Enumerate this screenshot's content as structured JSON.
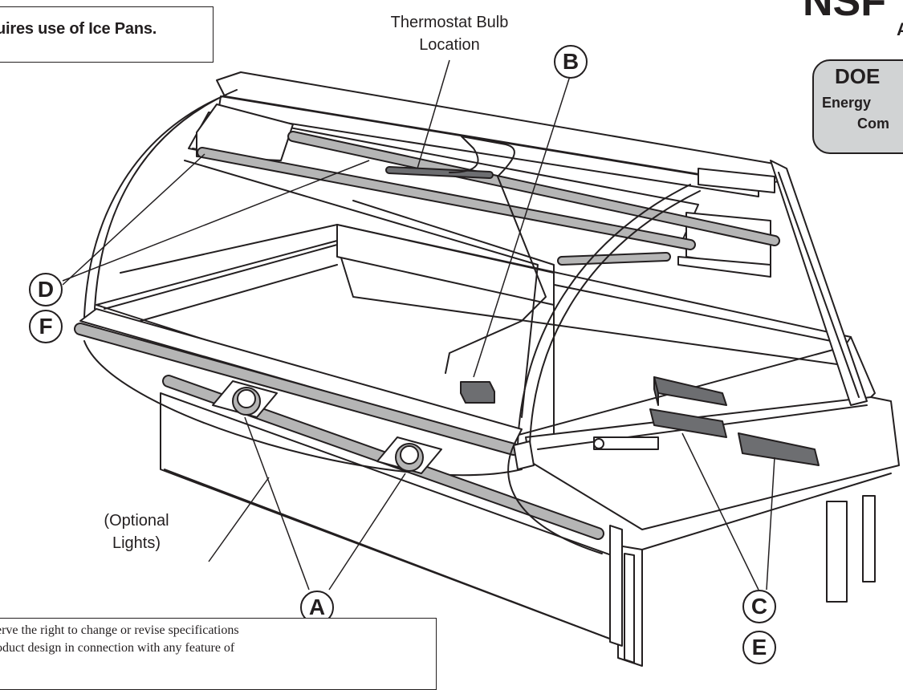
{
  "note": {
    "text": "uires use of Ice Pans."
  },
  "corner": {
    "large_text": "NSF",
    "small_text": "A"
  },
  "badge": {
    "title": "DOE",
    "line1": "Energy",
    "line2": "Com"
  },
  "labels": {
    "thermostat_line1": "Thermostat Bulb",
    "thermostat_line2": "Location",
    "optional_lights_line1": "(Optional",
    "optional_lights_line2": "Lights)"
  },
  "callouts": {
    "a": "A",
    "b": "B",
    "c": "C",
    "d": "D",
    "e": "E",
    "f": "F"
  },
  "disclaimer": {
    "line1": "erve the right to change or revise specifications",
    "line2": "oduct design in connection with any feature of"
  },
  "colors": {
    "ink": "#231f20",
    "tube_gray": "#b5b5b5",
    "block_gray": "#6d6e71",
    "badge_gray": "#d1d3d4"
  }
}
